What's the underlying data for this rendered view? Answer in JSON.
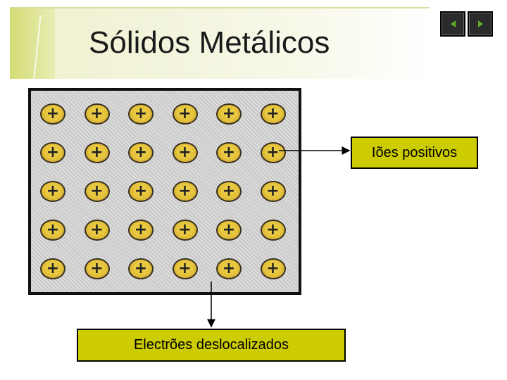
{
  "slide": {
    "title": "Sólidos Metálicos"
  },
  "nav": {
    "prev_icon": "triangle-left-icon",
    "next_icon": "triangle-right-icon",
    "icon_color": "#5fae2a"
  },
  "lattice": {
    "rows": 5,
    "cols": 6,
    "ion_symbol": "+",
    "ion_color": "#e5c23c"
  },
  "labels": {
    "positive_ions": "Iões positivos",
    "delocalized_electrons": "Electrões deslocalizados",
    "box_color": "#cccc00"
  }
}
